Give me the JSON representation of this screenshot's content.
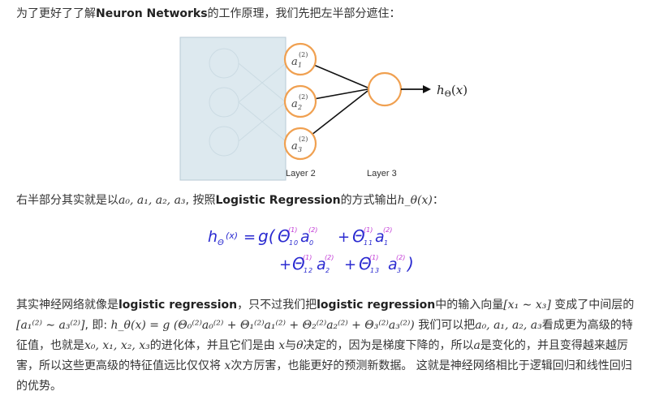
{
  "intro": {
    "prefix": "为了更好了了解",
    "bold": "Neuron Networks",
    "suffix": "的工作原理，我们先把左半部分遮住："
  },
  "network_diagram": {
    "nodes": [
      "a_1^(2)",
      "a_2^(2)",
      "a_3^(2)"
    ],
    "output_label": "h_Θ(x)",
    "layer_labels": [
      "Layer 2",
      "Layer 3"
    ]
  },
  "right_half": {
    "prefix": "右半部分其实就是以",
    "vars": "a₀, a₁, a₂, a₃",
    "mid": ", 按照",
    "bold": "Logistic Regression",
    "suffix": "的方式输出",
    "output": "h_θ(x)",
    "end": "："
  },
  "handwritten_formula": {
    "line1": "h_Θ(x) = g( Θ⁽¹⁾₁₀ a₀⁽²⁾ + Θ⁽¹⁾₁₁ a₁⁽²⁾",
    "line2": "+ Θ⁽¹⁾₁₂ a₂⁽²⁾ + Θ⁽¹⁾₁₃ a₃⁽²⁾ )"
  },
  "explanation": {
    "s1": "其实神经网络就像是",
    "b1": "logistic regression",
    "s2": "，只不过我们把",
    "b2": "logistic regression",
    "s3": "中的输入向量",
    "v1": "[x₁ ∼ x₃]",
    "s4": " 变成了中间层的",
    "v2": "[a₁⁽²⁾ ∼ a₃⁽²⁾]",
    "s5": ", 即: ",
    "eq": "h_θ(x) = g (Θ₀⁽²⁾a₀⁽²⁾ + Θ₁⁽²⁾a₁⁽²⁾ + Θ₂⁽²⁾a₂⁽²⁾ + Θ₃⁽²⁾a₃⁽²⁾)",
    "s6": " 我们可以把",
    "v3": "a₀, a₁, a₂, a₃",
    "s7": "看成更为高级的特征值，也就是",
    "v4": "x₀, x₁, x₂, x₃",
    "s8": "的进化体，并且它们是由 ",
    "v5": "x",
    "s9": "与",
    "v6": "θ",
    "s10": "决定的，因为是梯度下降的，所以",
    "v7": "a",
    "s11": "是变化的，并且变得越来越厉害，所以这些更高级的特征值远比仅仅将 ",
    "v8": "x",
    "s12": "次方厉害，也能更好的预测新数据。 这就是神经网络相比于逻辑回归和线性回归的优势。"
  }
}
